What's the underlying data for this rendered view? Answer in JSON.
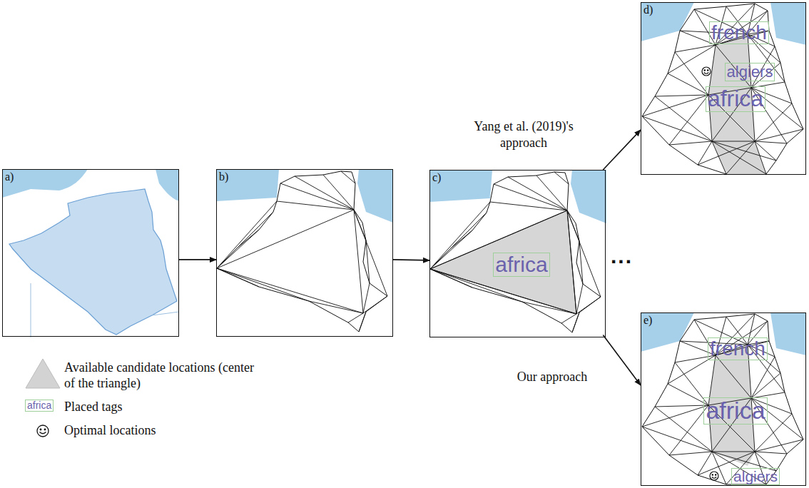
{
  "diagram": {
    "nodes": [
      {
        "text": [
          "a)"
        ]
      },
      {
        "text": [
          "b)"
        ]
      },
      {
        "text": [
          "c)"
        ]
      },
      {
        "text": [
          "africa"
        ],
        "in": 2
      },
      {
        "text": [
          "d)"
        ]
      },
      {
        "text": [
          "french"
        ],
        "in": 4
      },
      {
        "text": [
          "algiers"
        ],
        "in": 4
      },
      {
        "text": [
          "africa"
        ],
        "in": 4
      },
      {
        "text": [
          "e)"
        ]
      },
      {
        "text": [
          "french"
        ],
        "in": 8
      },
      {
        "text": [
          "africa"
        ],
        "in": 8
      },
      {
        "text": [
          "algiers"
        ],
        "in": 8
      }
    ],
    "edges": [
      {
        "from": 0,
        "to": 1,
        "arrow": "to"
      },
      {
        "from": 1,
        "to": 2,
        "arrow": "to"
      },
      {
        "from": 2,
        "to": 4,
        "label": "Yang et al. (2019)'s approach",
        "arrow": "to"
      },
      {
        "from": 2,
        "to": 8,
        "label": "Our approach",
        "arrow": "to"
      }
    ],
    "labels": [
      "...",
      "africa"
    ],
    "legend": [
      {
        "text": "Available candidate locations (center of the triangle)"
      },
      {
        "text": "Placed tags"
      },
      {
        "text": "Optimal locations"
      }
    ]
  }
}
